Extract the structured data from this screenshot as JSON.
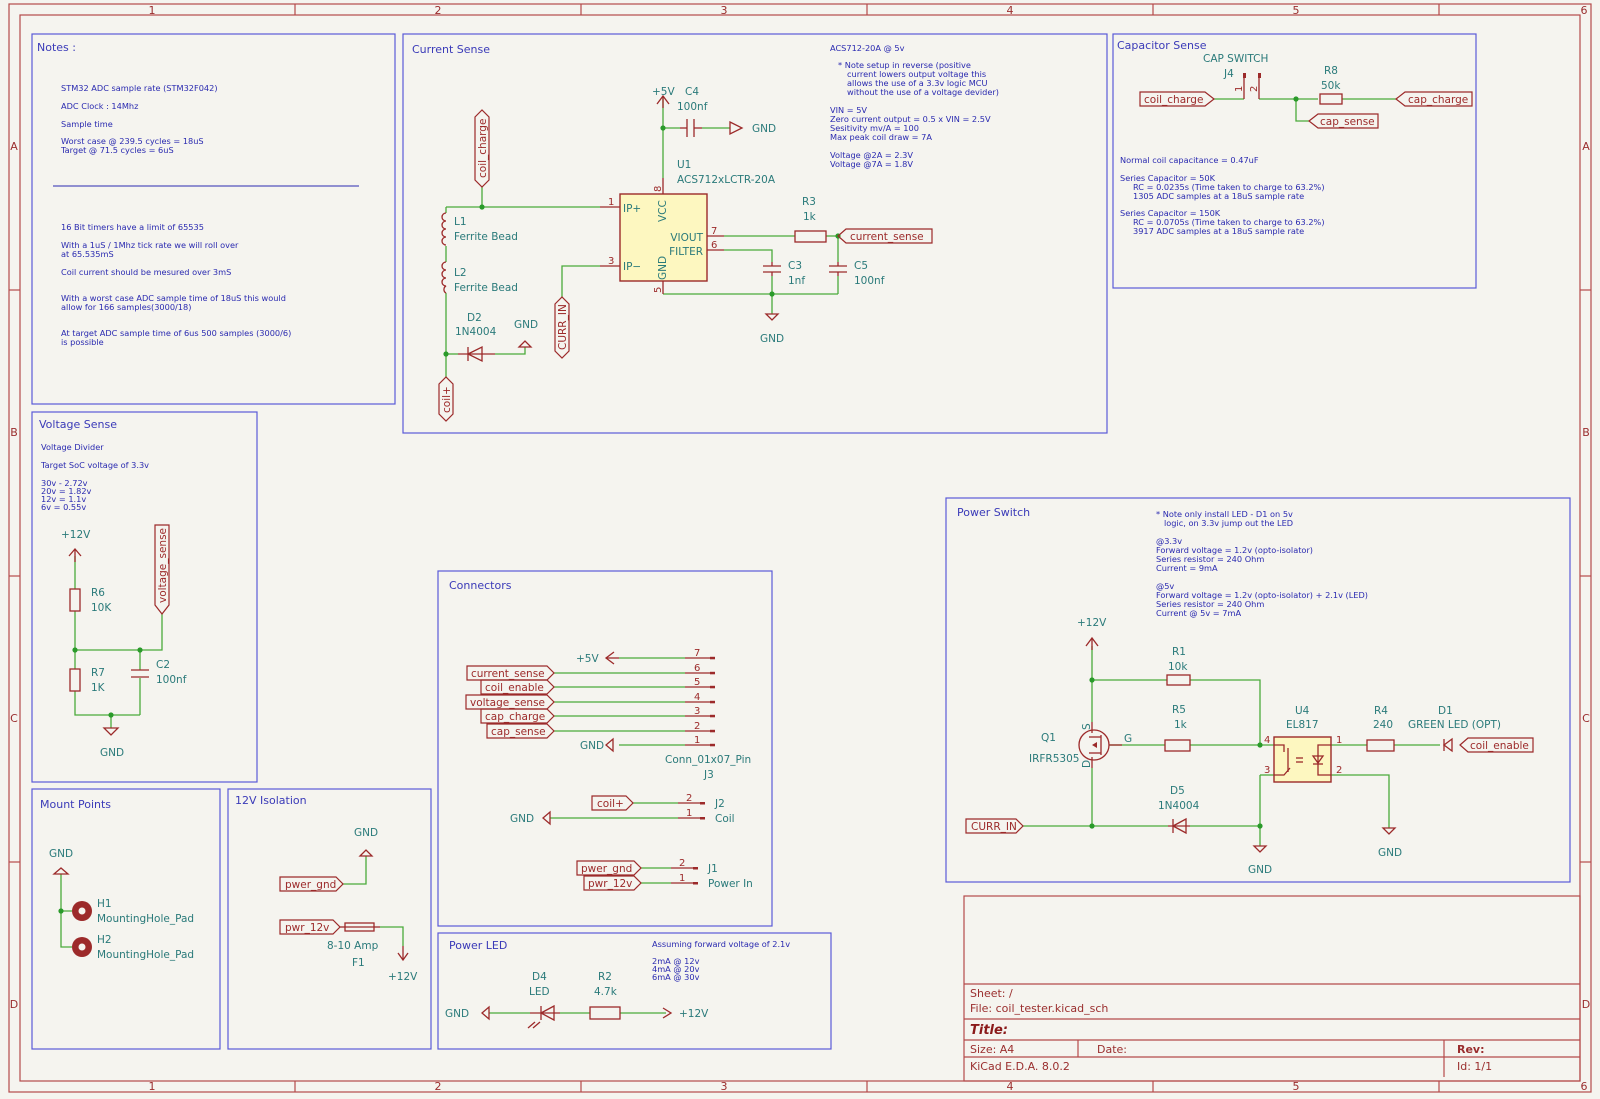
{
  "app": {
    "name": "KiCad E.D.A. 8.0.2"
  },
  "frame": {
    "columns": [
      "1",
      "2",
      "3",
      "4",
      "5",
      "6"
    ],
    "rows": [
      "A",
      "B",
      "C",
      "D"
    ]
  },
  "notes": {
    "title": "Notes :",
    "lines": [
      "STM32 ADC sample rate (STM32F042)",
      "ADC Clock : 14Mhz",
      "Sample time",
      "Worst case @ 239.5 cycles = 18uS",
      "Target @ 71.5 cycles = 6uS",
      "16 Bit timers have a limit of 65535",
      "With a 1uS / 1Mhz tick rate we will roll over",
      "at 65.535mS",
      "Coil current should be mesured over 3mS",
      "With a worst case ADC sample time of 18uS this would",
      "allow for 166 samples(3000/18)",
      "At target ADC sample time of 6us 500 samples (3000/6)",
      "is possible"
    ]
  },
  "current_sense": {
    "title": "Current Sense",
    "notes": [
      "ACS712-20A @ 5v",
      "* Note setup in reverse (positive",
      "current lowers output voltage this",
      "allows the use of a 3.3v logic MCU",
      "without the use of a voltage devider)",
      "VIN = 5V",
      "Zero current output = 0.5 x VIN = 2.5V",
      "Sesitivity mv/A = 100",
      "Max peak coil draw = 7A",
      "Voltage @2A = 2.3V",
      "Voltage @7A = 1.8V"
    ],
    "u1_ref": "U1",
    "u1_value": "ACS712xLCTR-20A",
    "u1_pins": {
      "ipp": "IP+",
      "ipm": "IP−",
      "vcc": "VCC",
      "gnd": "GND",
      "viout": "VIOUT",
      "filter": "FILTER",
      "n1": "1",
      "n3": "3",
      "n8": "8",
      "n5": "5",
      "n7": "7",
      "n6": "6"
    },
    "c4_ref": "C4",
    "c4_value": "100nf",
    "c3_ref": "C3",
    "c3_value": "1nf",
    "c5_ref": "C5",
    "c5_value": "100nf",
    "r3_ref": "R3",
    "r3_value": "1k",
    "l1_ref": "L1",
    "l1_value": "Ferrite Bead",
    "l2_ref": "L2",
    "l2_value": "Ferrite Bead",
    "d2_ref": "D2",
    "d2_value": "1N4004",
    "p5v": "+5V",
    "gnd": "GND",
    "labels": {
      "coil_charge": "coil_charge",
      "curr_in": "CURR_IN",
      "coil_plus": "coil+",
      "current_sense": "current_sense"
    }
  },
  "capacitor_sense": {
    "title": "Capacitor Sense",
    "j4_value": "CAP SWITCH",
    "j4_ref": "J4",
    "r8_ref": "R8",
    "r8_value": "50k",
    "pin1": "1",
    "pin2": "2",
    "labels": {
      "coil_charge": "coil_charge",
      "cap_charge": "cap_charge",
      "cap_sense": "cap_sense"
    },
    "notes": [
      "Normal coil capacitance = 0.47uF",
      "Series Capacitor = 50K",
      "RC = 0.0235s (Time taken to charge to 63.2%)",
      "1305 ADC samples at a 18uS sample rate",
      "Series Capacitor = 150K",
      "RC = 0.0705s (Time taken to charge to 63.2%)",
      "3917 ADC samples at a 18uS sample rate"
    ]
  },
  "voltage_sense": {
    "title": "Voltage Sense",
    "notes": [
      "Voltage Divider",
      "Target SoC voltage of 3.3v",
      "30v - 2.72v",
      "20v = 1.82v",
      "12v = 1.1v",
      "6v = 0.55v"
    ],
    "p12v": "+12V",
    "gnd": "GND",
    "r6_ref": "R6",
    "r6_value": "10K",
    "r7_ref": "R7",
    "r7_value": "1K",
    "c2_ref": "C2",
    "c2_value": "100nf",
    "label": "voltage_sense"
  },
  "connectors": {
    "title": "Connectors",
    "j3_value": "Conn_01x07_Pin",
    "j3_ref": "J3",
    "j3_pins": [
      {
        "num": "7",
        "net": "+5V"
      },
      {
        "num": "6",
        "net": "current_sense"
      },
      {
        "num": "5",
        "net": "coil_enable"
      },
      {
        "num": "4",
        "net": "voltage_sense"
      },
      {
        "num": "3",
        "net": "cap_charge"
      },
      {
        "num": "2",
        "net": "cap_sense"
      },
      {
        "num": "1",
        "net": "GND"
      }
    ],
    "j2_ref": "J2",
    "j2_value": "Coil",
    "j2_pins": [
      {
        "num": "2",
        "net": "coil+"
      },
      {
        "num": "1",
        "net": "GND"
      }
    ],
    "j1_ref": "J1",
    "j1_value": "Power In",
    "j1_pins": [
      {
        "num": "2",
        "net": "pwer_gnd"
      },
      {
        "num": "1",
        "net": "pwr_12v"
      }
    ]
  },
  "power_switch": {
    "title": "Power Switch",
    "notes": [
      "* Note only install LED - D1 on 5v",
      "logic, on 3.3v jump out the LED",
      "@3.3v",
      "Forward voltage = 1.2v (opto-isolator)",
      "Series resistor = 240 Ohm",
      "Current = 9mA",
      "@5v",
      "Forward voltage = 1.2v (opto-isolator) + 2.1v (LED)",
      "Series resistor = 240 Ohm",
      "Current @ 5v = 7mA"
    ],
    "p12v": "+12V",
    "gnd": "GND",
    "r1_ref": "R1",
    "r1_value": "10k",
    "r5_ref": "R5",
    "r5_value": "1k",
    "r4_ref": "R4",
    "r4_value": "240",
    "u4_ref": "U4",
    "u4_value": "EL817",
    "d1_ref": "D1",
    "d1_value": "GREEN LED (OPT)",
    "d5_ref": "D5",
    "d5_value": "1N4004",
    "q1_ref": "Q1",
    "q1_value": "IRFR5305",
    "q1_pins": {
      "s": "S",
      "d": "D",
      "g": "G"
    },
    "u4_pins": {
      "p1": "1",
      "p2": "2",
      "p3": "3",
      "p4": "4"
    },
    "labels": {
      "curr_in": "CURR_IN",
      "coil_enable": "coil_enable"
    }
  },
  "mount_points": {
    "title": "Mount Points",
    "gnd": "GND",
    "h1_ref": "H1",
    "h1_value": "MountingHole_Pad",
    "h2_ref": "H2",
    "h2_value": "MountingHole_Pad"
  },
  "isolation": {
    "title": "12V Isolation",
    "gnd": "GND",
    "p12v": "+12V",
    "f1_ref": "F1",
    "f1_value": "8-10 Amp",
    "labels": {
      "pwer_gnd": "pwer_gnd",
      "pwr_12v": "pwr_12v"
    }
  },
  "power_led": {
    "title": "Power LED",
    "notes": [
      "Assuming forward voltage of 2.1v",
      "2mA @ 12v",
      "4mA @ 20v",
      "6mA @ 30v"
    ],
    "gnd": "GND",
    "p12v": "+12V",
    "d4_ref": "D4",
    "d4_value": "LED",
    "r2_ref": "R2",
    "r2_value": "4.7k"
  },
  "title_block": {
    "sheet": "Sheet: /",
    "file": "File: coil_tester.kicad_sch",
    "title": "Title:",
    "size": "Size: A4",
    "date": "Date:",
    "rev": "Rev:",
    "generator": "KiCad E.D.A. 8.0.2",
    "id": "Id: 1/1"
  }
}
